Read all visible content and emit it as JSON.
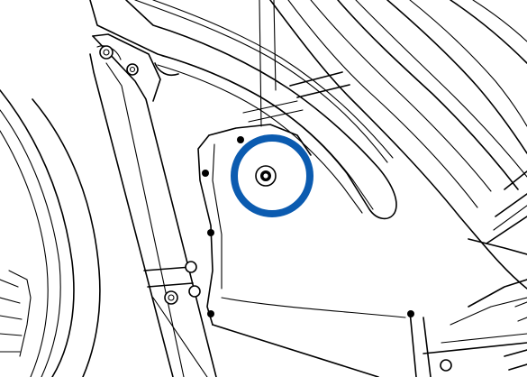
{
  "image": {
    "type": "technical-line-drawing",
    "background": "#ffffff",
    "line_color": "#000000"
  },
  "highlight": {
    "shape": "circle",
    "color": "#0B5BB0",
    "target": "bolt"
  }
}
